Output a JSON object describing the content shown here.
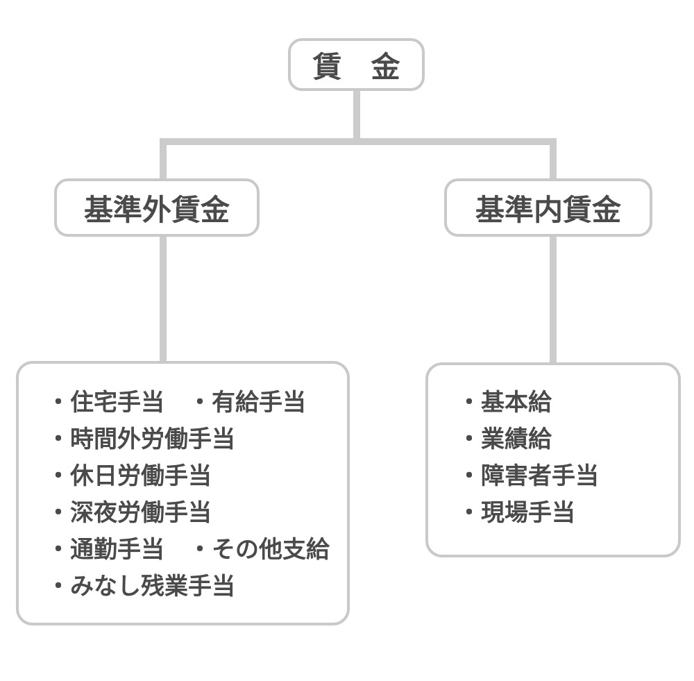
{
  "diagram": {
    "root": {
      "label": "賃　金"
    },
    "branch_left": {
      "label": "基準外賃金"
    },
    "branch_right": {
      "label": "基準内賃金"
    },
    "leaf_left": {
      "lines": [
        "・住宅手当　・有給手当",
        "・時間外労働手当",
        "・休日労働手当",
        "・深夜労働手当",
        "・通勤手当　・その他支給",
        "・みなし残業手当"
      ]
    },
    "leaf_right": {
      "lines": [
        "・基本給",
        "・業績給",
        "・障害者手当",
        "・現場手当"
      ]
    }
  },
  "colors": {
    "background": "#ffffff",
    "box_border": "#c9c9c9",
    "connector": "#cccccc",
    "text": "#4a4a4a"
  }
}
